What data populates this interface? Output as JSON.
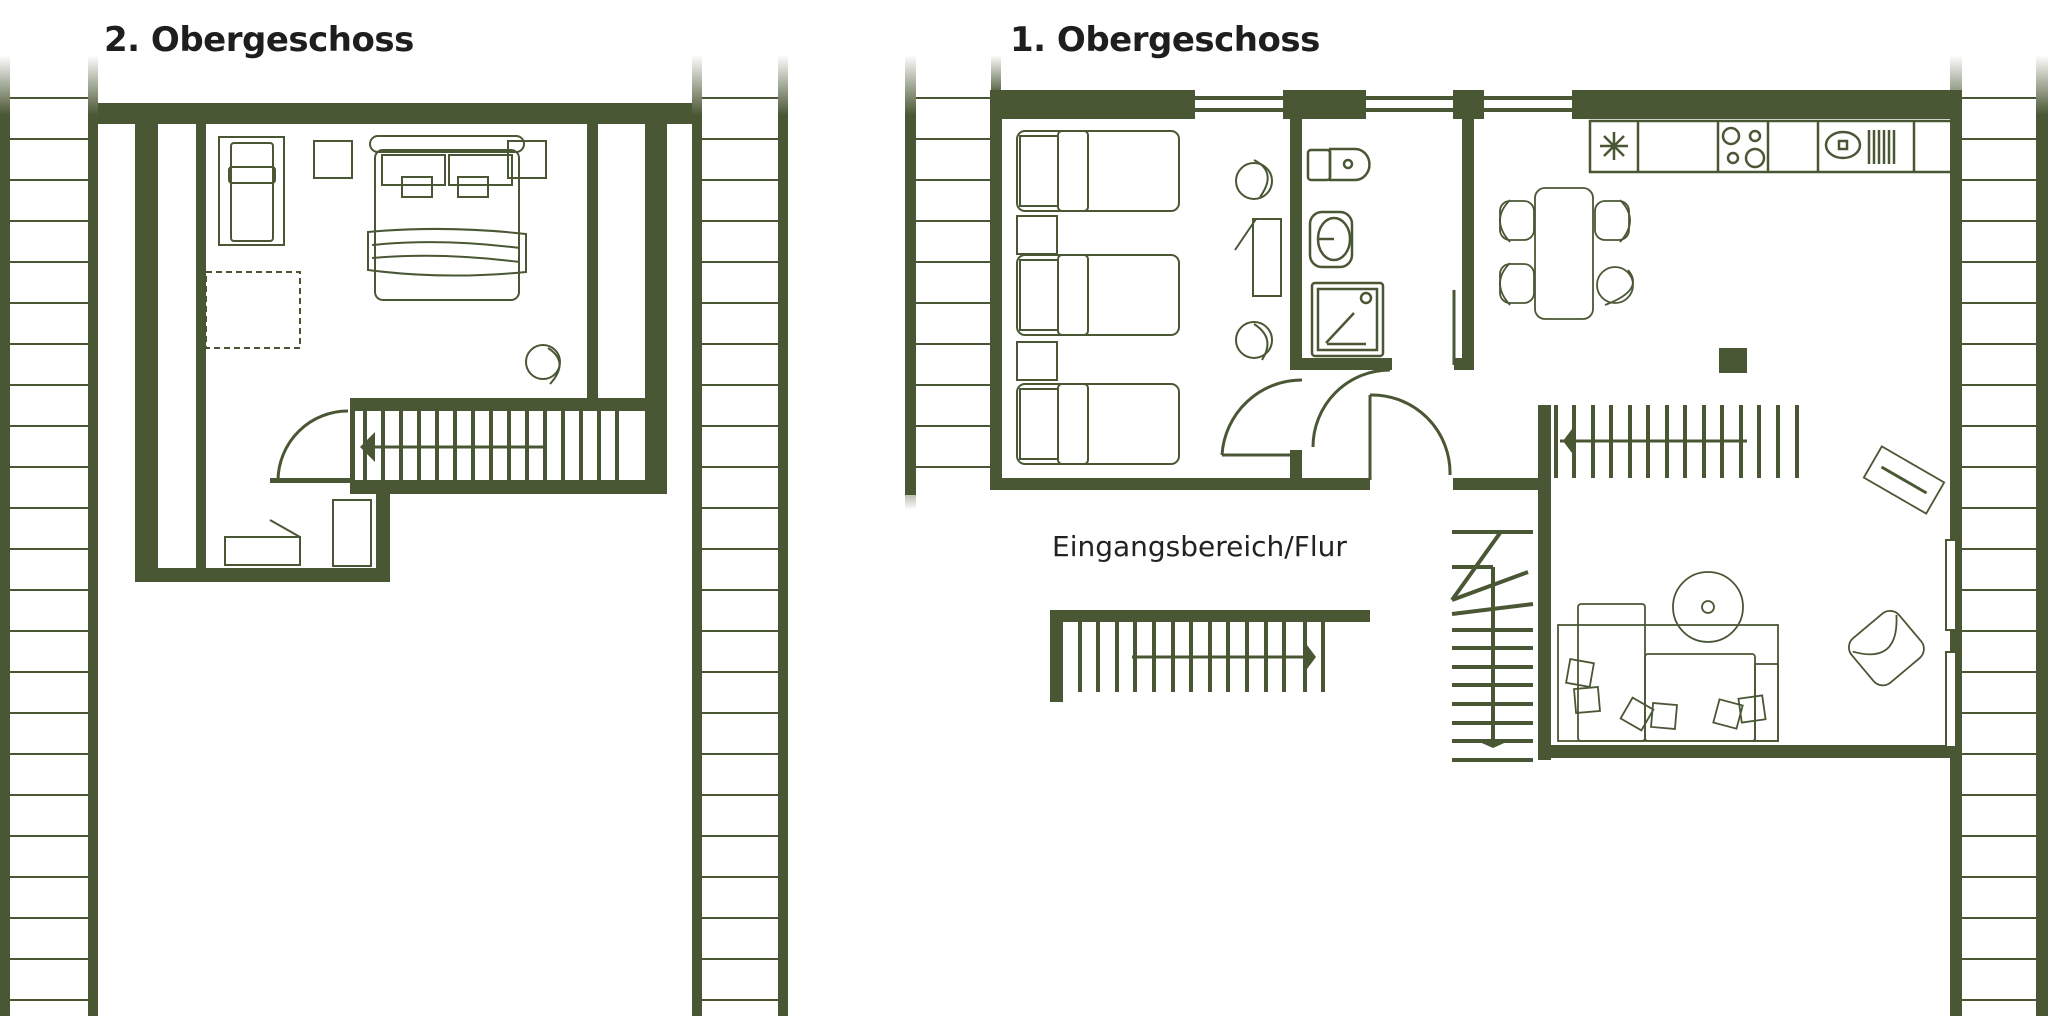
{
  "floors": [
    {
      "id": "og2",
      "title": "2. Obergeschoss"
    },
    {
      "id": "og1",
      "title": "1. Obergeschoss"
    }
  ],
  "room_labels": {
    "hallway": "Eingangsbereich/Flur"
  },
  "colors": {
    "wall": "#4a5734",
    "background": "#ffffff",
    "text": "#1e1e1e"
  },
  "og2_furniture": [
    "double-bed",
    "single-bed",
    "nightstand-left",
    "nightstand-right",
    "rug-dashed",
    "armchair",
    "staircase-down",
    "door",
    "chest",
    "cabinet"
  ],
  "og1_furniture": [
    "single-bed-1",
    "single-bed-2",
    "single-bed-3",
    "nightstand-1",
    "nightstand-2",
    "desk",
    "chair-1",
    "chair-2",
    "toilet",
    "sink",
    "shower",
    "kitchen-fridge",
    "kitchen-stove",
    "kitchen-sink",
    "dining-table",
    "dining-chair-x4",
    "column",
    "staircase-up",
    "staircase-down",
    "tv",
    "coffee-table",
    "sofa",
    "armchair",
    "cushions"
  ]
}
